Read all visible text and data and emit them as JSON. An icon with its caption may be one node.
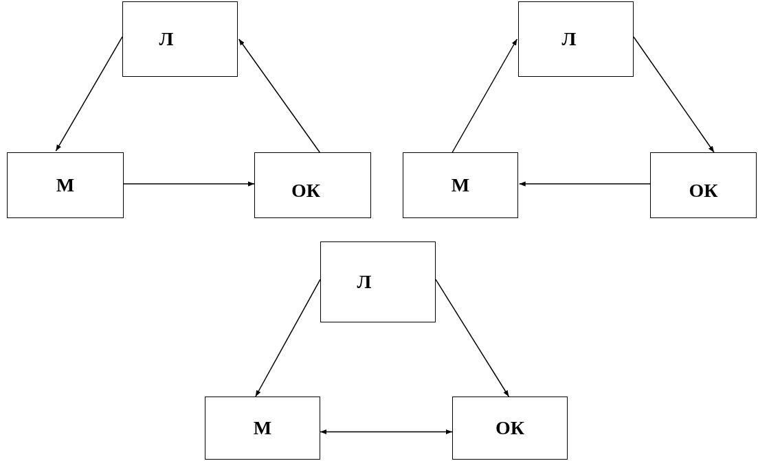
{
  "diagram": {
    "nodes": [
      {
        "text": [
          "Л"
        ]
      },
      {
        "text": [
          "М"
        ]
      },
      {
        "text": [
          "ОК"
        ]
      },
      {
        "text": [
          "Л"
        ]
      },
      {
        "text": [
          "М"
        ]
      },
      {
        "text": [
          "ОК"
        ]
      },
      {
        "text": [
          "Л"
        ]
      },
      {
        "text": [
          "М"
        ]
      },
      {
        "text": [
          "ОК"
        ]
      }
    ],
    "edges": [
      {
        "from": 0,
        "to": 1,
        "arrow": "to"
      },
      {
        "from": 2,
        "to": 0,
        "arrow": "to"
      },
      {
        "from": 1,
        "to": 2,
        "arrow": "to"
      },
      {
        "from": 4,
        "to": 3,
        "arrow": "to"
      },
      {
        "from": 3,
        "to": 5,
        "arrow": "to"
      },
      {
        "from": 5,
        "to": 4,
        "arrow": "to"
      },
      {
        "from": 6,
        "to": 7,
        "arrow": "to"
      },
      {
        "from": 6,
        "to": 8,
        "arrow": "to"
      },
      {
        "from": 7,
        "to": 8,
        "arrow": "both"
      }
    ]
  }
}
